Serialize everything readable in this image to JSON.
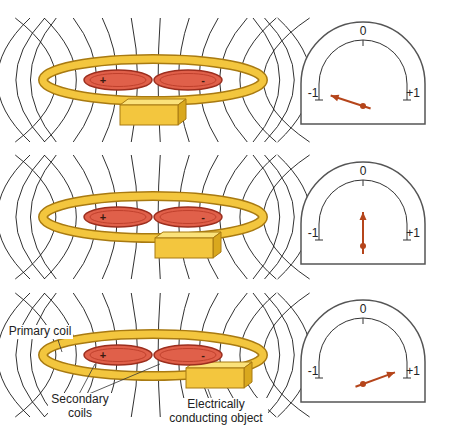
{
  "diagram": {
    "nodes": [
      {
        "text": [
          "+"
        ]
      },
      {
        "text": [
          "-"
        ]
      },
      {
        "text": [
          "+"
        ]
      },
      {
        "text": [
          "-"
        ]
      },
      {
        "text": [
          "+"
        ]
      },
      {
        "text": [
          "-"
        ]
      }
    ],
    "labels": [
      "-1",
      "0",
      "+1",
      "-1",
      "0",
      "+1",
      "-1",
      "0",
      "+1",
      "Primary coil",
      "Secondary coils",
      "Electrically conducting object"
    ]
  }
}
